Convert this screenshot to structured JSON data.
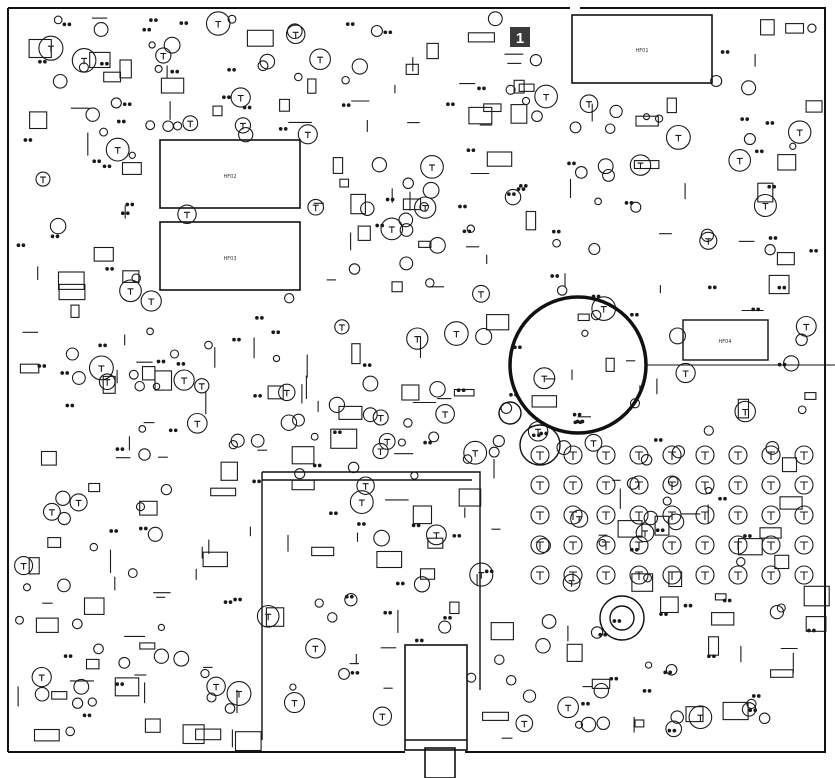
{
  "callout": {
    "badge_number": "1"
  },
  "blocks": {
    "hf01": "HF01",
    "hf02": "HF02",
    "hf03": "HF03",
    "hf04": "HF04"
  },
  "colors": {
    "ink": "#1a1a1a",
    "board_background": "#ffffff",
    "badge": "#3a3a3a"
  }
}
